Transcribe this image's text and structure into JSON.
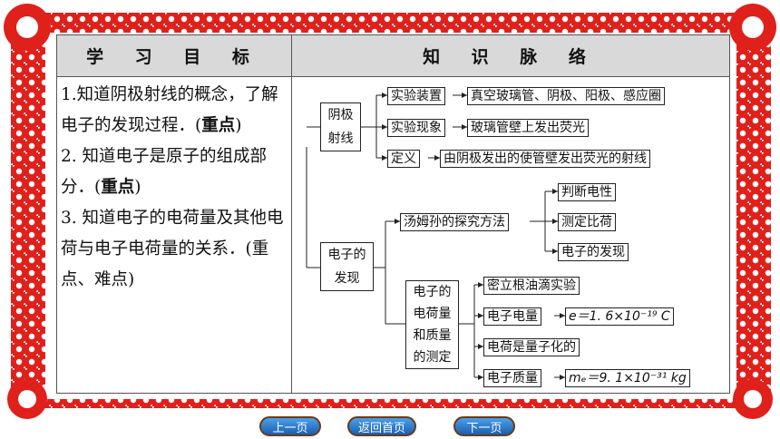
{
  "header": {
    "left": "学 习 目 标",
    "right": "知 识 脉 络"
  },
  "goals": [
    {
      "text": "1.知道阴极射线的概念，了解电子的发现过程．(",
      "bold": "重点",
      "end": ")"
    },
    {
      "text": "2. 知道电子是原子的组成部分．(",
      "bold": "重点",
      "end": ")"
    },
    {
      "text": "3. 知道电子的电荷量及其他电荷与电子电荷量的关系．(重点、难点)",
      "bold": "",
      "end": ""
    }
  ],
  "diagram": {
    "cathode_ray": "阴极射线",
    "exp_device": "实验装置",
    "exp_device_detail": "真空玻璃管、阴极、阳极、感应圈",
    "exp_phenomenon": "实验现象",
    "exp_phenomenon_detail": "玻璃管壁上发出荧光",
    "definition": "定义",
    "definition_detail": "由阴极发出的使管壁发出荧光的射线",
    "electron_discovery": "电子的发现",
    "thomson_method": "汤姆孙的探究方法",
    "judge_charge": "判断电性",
    "measure_ratio": "测定比荷",
    "discover_electron": "电子的发现",
    "measurement": "电子的电荷量和质量的测定",
    "millikan": "密立根油滴实验",
    "electron_charge": "电子电量",
    "electron_charge_formula": "e＝1. 6×10⁻¹⁹ C",
    "quantized": "电荷是量子化的",
    "electron_mass": "电子质量",
    "electron_mass_formula": "mₑ＝9. 1×10⁻³¹ kg"
  },
  "nav": {
    "prev": "上一页",
    "home": "返回首页",
    "next": "下一页"
  }
}
